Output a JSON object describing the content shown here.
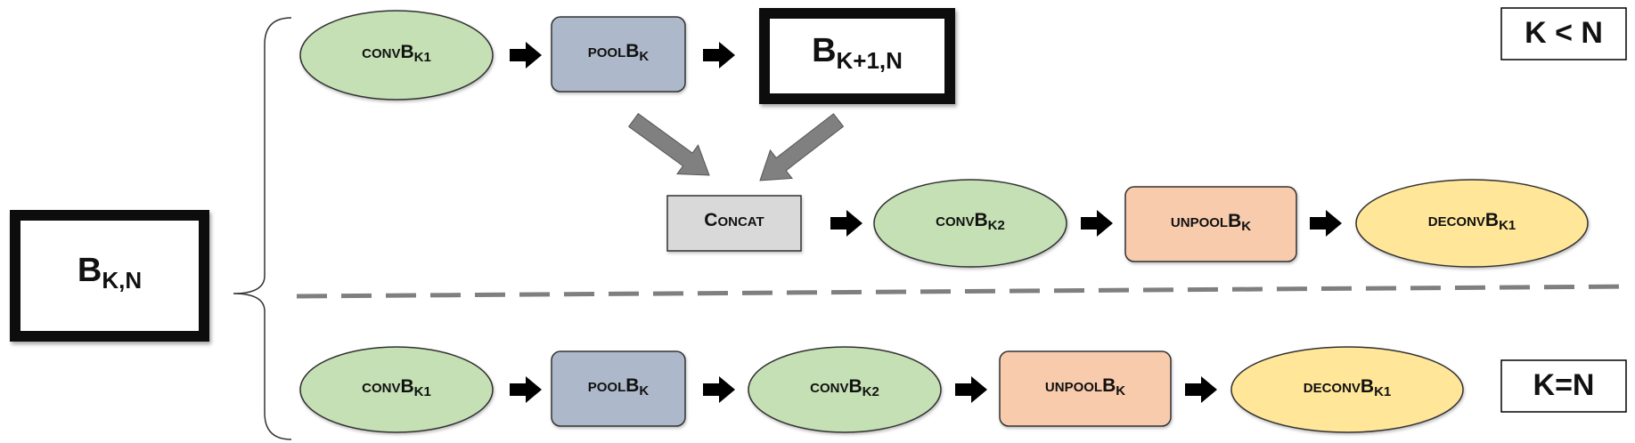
{
  "colors": {
    "conv_fill": "#c5e0b4",
    "pool_fill": "#adb9ca",
    "unpool_fill": "#f8cbad",
    "deconv_fill": "#ffe699",
    "concat_fill": "#d9d9d9",
    "thick_border": "#111111",
    "thin_border": "#333333",
    "dashed_line": "#7f7f7f",
    "gray_arrow": "#808080"
  },
  "root_block": {
    "label": "B",
    "sub": "K,N"
  },
  "case_k_lt_n": {
    "condition": "K < N",
    "row1": [
      {
        "id": "conv1",
        "shape": "ellipse",
        "style": "conv",
        "label": "convB",
        "sub": "K1"
      },
      {
        "id": "pool",
        "shape": "rect",
        "style": "pool",
        "label": "poolB",
        "sub": "K"
      },
      {
        "id": "next-block",
        "shape": "thick-rect",
        "style": "block",
        "label": "B",
        "sub": "K+1,N"
      }
    ],
    "row2": [
      {
        "id": "concat",
        "shape": "rect",
        "style": "concat",
        "label": "Concat",
        "sub": ""
      },
      {
        "id": "conv2",
        "shape": "ellipse",
        "style": "conv",
        "label": "convB",
        "sub": "K2"
      },
      {
        "id": "unpool",
        "shape": "rect",
        "style": "unpool",
        "label": "unpoolB",
        "sub": "K"
      },
      {
        "id": "deconv",
        "shape": "ellipse",
        "style": "deconv",
        "label": "deconvB",
        "sub": "K1"
      }
    ]
  },
  "case_k_eq_n": {
    "condition": "K=N",
    "row": [
      {
        "id": "conv1",
        "shape": "ellipse",
        "style": "conv",
        "label": "convB",
        "sub": "K1"
      },
      {
        "id": "pool",
        "shape": "rect",
        "style": "pool",
        "label": "poolB",
        "sub": "K"
      },
      {
        "id": "conv2",
        "shape": "ellipse",
        "style": "conv",
        "label": "convB",
        "sub": "K2"
      },
      {
        "id": "unpool",
        "shape": "rect",
        "style": "unpool",
        "label": "unpoolB",
        "sub": "K"
      },
      {
        "id": "deconv",
        "shape": "ellipse",
        "style": "deconv",
        "label": "deconvB",
        "sub": "K1"
      }
    ]
  }
}
